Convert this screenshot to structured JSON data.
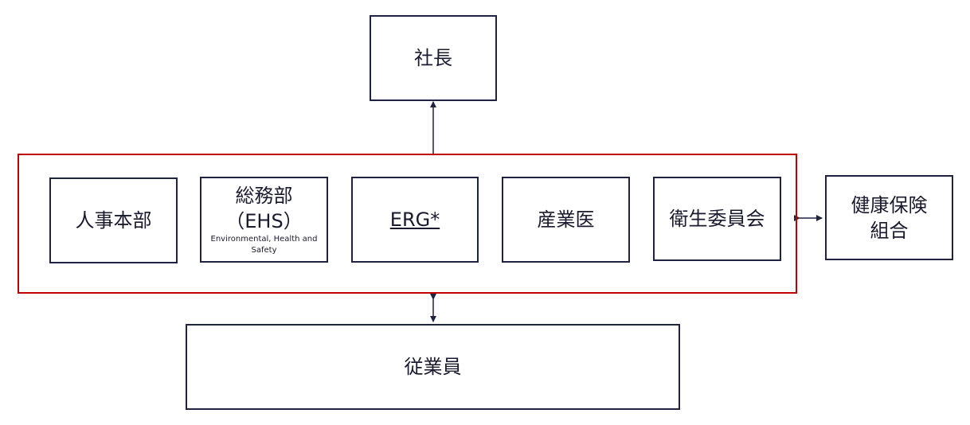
{
  "president": {
    "label": "社長"
  },
  "group_boxes": {
    "hr": "人事本部",
    "general_affairs": {
      "line1": "総務部",
      "line2": "（EHS）",
      "note_line1": "Environmental, Health and",
      "note_line2": "Safety"
    },
    "erg": "ERG*",
    "occupational_physician": "産業医",
    "health_committee": "衛生委員会"
  },
  "health_insurance": {
    "line1": "健康保険",
    "line2": "組合"
  },
  "employees": {
    "label": "従業員"
  },
  "colors": {
    "box_border": "#1f2340",
    "group_border": "#c00000",
    "connector": "#1f2340"
  }
}
